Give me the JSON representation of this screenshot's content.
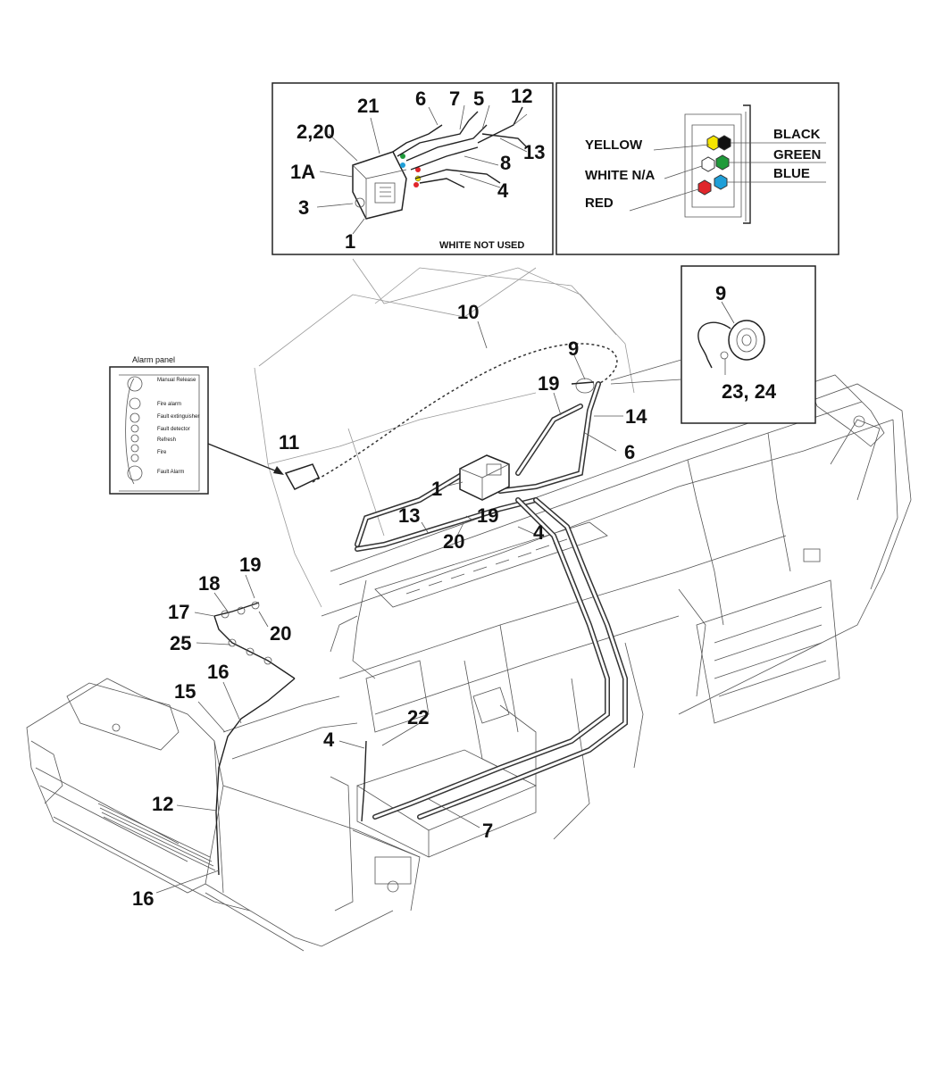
{
  "inset_left": {
    "callouts": [
      "21",
      "6",
      "7",
      "5",
      "12",
      "2,20",
      "13",
      "1A",
      "8",
      "3",
      "4",
      "1"
    ],
    "note": "WHITE NOT USED"
  },
  "inset_right": {
    "left_labels": [
      "YELLOW",
      "WHITE N/A",
      "RED"
    ],
    "right_labels": [
      "BLACK",
      "GREEN",
      "BLUE"
    ],
    "colors": {
      "yellow": "#f5e400",
      "white": "#ffffff",
      "red": "#e0262b",
      "black": "#111111",
      "green": "#1f9a3a",
      "blue": "#1f9fd8"
    }
  },
  "horn_inset": {
    "callouts": [
      "9",
      "23, 24"
    ]
  },
  "alarm_panel": {
    "title": "Alarm panel",
    "items": [
      "Manual Release",
      "Fire alarm",
      "Fault extinguisher",
      "Fault detector",
      "Refresh",
      "Fire",
      "Fault Alarm"
    ]
  },
  "main_callouts": {
    "c10": "10",
    "c9": "9",
    "c19a": "19",
    "c14": "14",
    "c6": "6",
    "c11": "11",
    "c1": "1",
    "c13": "13",
    "c19b": "19",
    "c20a": "20",
    "c4a": "4",
    "c19c": "19",
    "c18": "18",
    "c17": "17",
    "c20b": "20",
    "c25": "25",
    "c16a": "16",
    "c15": "15",
    "c22": "22",
    "c4b": "4",
    "c12": "12",
    "c7": "7",
    "c16b": "16"
  }
}
